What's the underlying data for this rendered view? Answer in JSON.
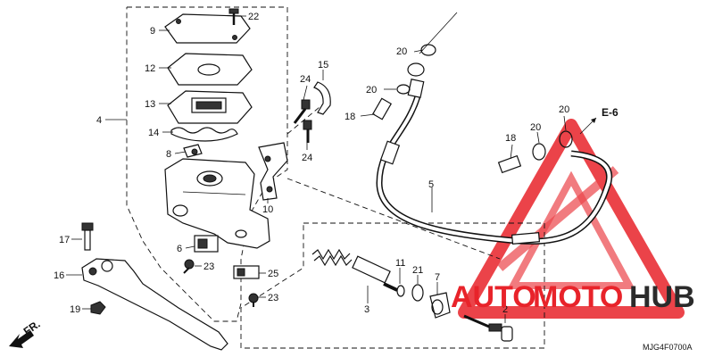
{
  "diagram": {
    "code": "MJG4F0700A",
    "ref_label": "E-6",
    "direction_label": "FR.",
    "part_labels": {
      "p2": "2",
      "p3": "3",
      "p4": "4",
      "p5": "5",
      "p6": "6",
      "p7": "7",
      "p8": "8",
      "p9": "9",
      "p10": "10",
      "p11": "11",
      "p12": "12",
      "p13": "13",
      "p14": "14",
      "p15": "15",
      "p16": "16",
      "p17": "17",
      "p18a": "18",
      "p18b": "18",
      "p19": "19",
      "p20a": "20",
      "p20b": "20",
      "p20c": "20",
      "p20d": "20",
      "p21": "21",
      "p22": "22",
      "p23a": "23",
      "p23b": "23",
      "p24a": "24",
      "p24b": "24",
      "p25": "25"
    }
  },
  "watermark": {
    "part1": "AUTO",
    "part2": "MOTO",
    "part3": "HUB",
    "color_red": "#e8232a",
    "color_dark": "#2b2b2b"
  }
}
